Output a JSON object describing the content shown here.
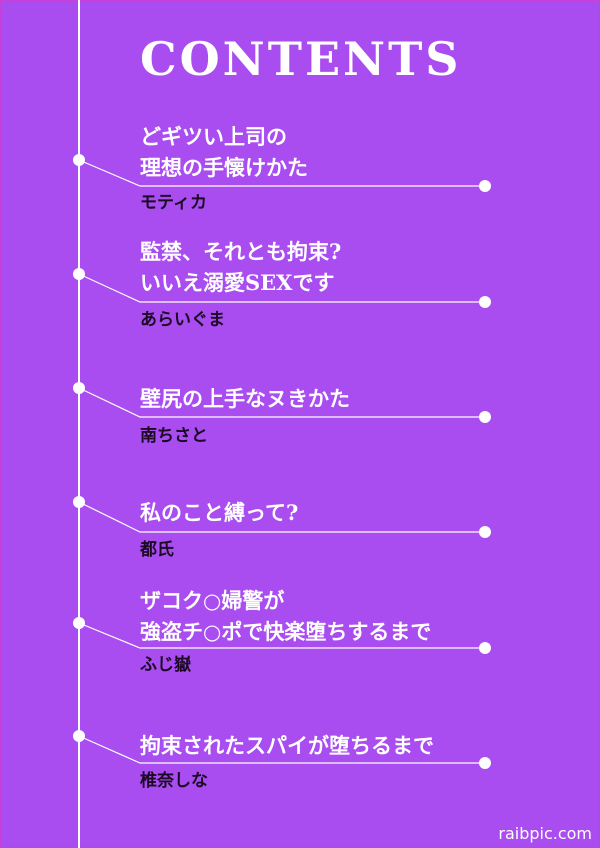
{
  "heading": "CONTENTS",
  "watermark": "raibpic.com",
  "colors": {
    "background": "#a94cf0",
    "line": "#ffffff",
    "title_text": "#ffffff",
    "author_text": "#1b0a24"
  },
  "entries": [
    {
      "title_lines": [
        "どギツい上司の",
        "理想の手懐けかた"
      ],
      "author": "モティカ"
    },
    {
      "title_lines": [
        "監禁、それとも拘束?",
        "いいえ溺愛SEXです"
      ],
      "author": "あらいぐま"
    },
    {
      "title_lines": [
        "壁尻の上手なヌきかた"
      ],
      "author": "南ちさと"
    },
    {
      "title_lines": [
        "私のこと縛って?"
      ],
      "author": "都氏"
    },
    {
      "title_lines": [
        "ザコク○婦警が",
        "強盗チ○ポで快楽堕ちするまで"
      ],
      "author": "ふじ嶽"
    },
    {
      "title_lines": [
        "拘束されたスパイが堕ちるまで"
      ],
      "author": "椎奈しな"
    }
  ]
}
